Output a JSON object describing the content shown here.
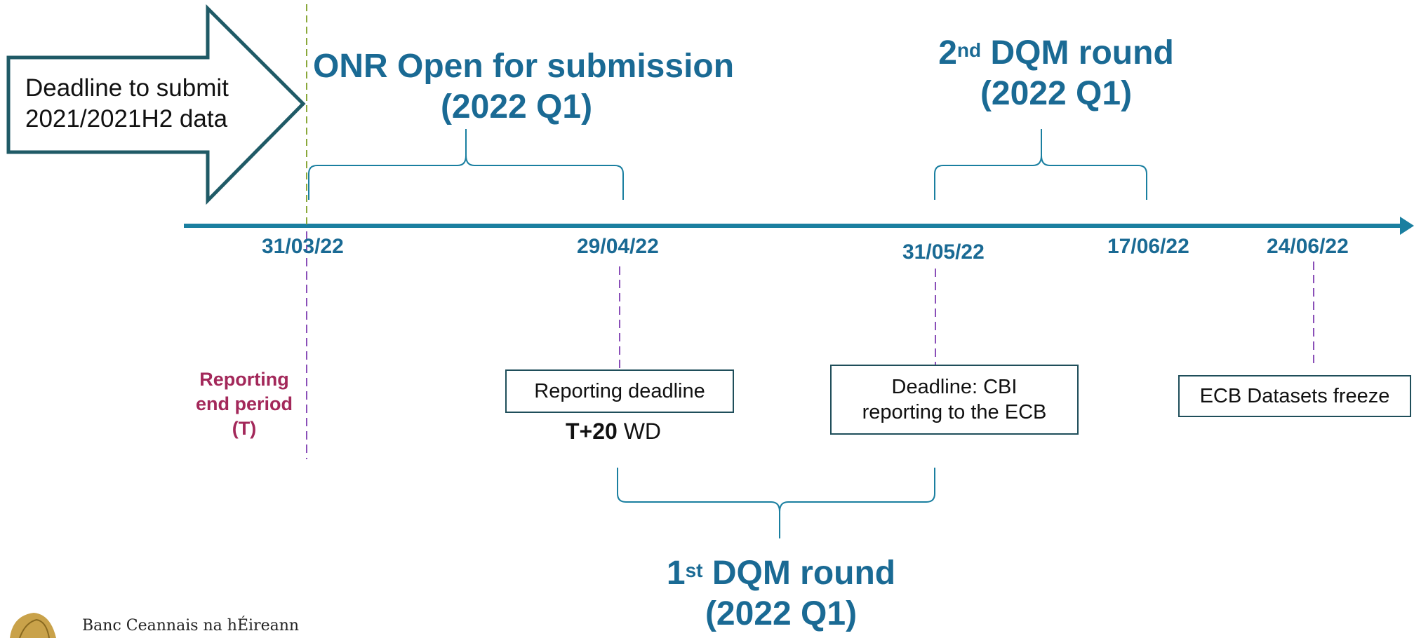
{
  "arrow_box": {
    "line1": "Deadline to submit",
    "line2": "2021/2021H2 data"
  },
  "timeline": {
    "dates": [
      "31/03/22",
      "29/04/22",
      "31/05/22",
      "17/06/22",
      "24/06/22"
    ]
  },
  "onr_window": {
    "line1": "ONR Open for submission",
    "line2": "(2022 Q1)"
  },
  "dqm2": {
    "ordinal": "2",
    "suffix": "nd",
    "rest": " DQM round",
    "line2": "(2022 Q1)"
  },
  "dqm1": {
    "ordinal": "1",
    "suffix": "st",
    "rest": " DQM round",
    "line2": "(2022 Q1)"
  },
  "reporting_period": {
    "line1": "Reporting",
    "line2": "end period",
    "line3": "(T)"
  },
  "reporting_deadline": {
    "label": "Reporting deadline",
    "tplus_bold": "T+20",
    "tplus_rest": " WD"
  },
  "cbi_deadline": {
    "line1": "Deadline: CBI",
    "line2": "reporting to the ECB"
  },
  "ecb_freeze": {
    "label": "ECB Datasets freeze"
  },
  "footer": {
    "logo_text": "Banc Ceannais na hÉireann"
  },
  "colors": {
    "timeline": "#1a7fa0",
    "titles": "#1a6a94",
    "dashes": "#8a4fb8",
    "green_dash": "#8aa83a",
    "reporting": "#a3285a",
    "arrow_border": "#1f5a66"
  }
}
